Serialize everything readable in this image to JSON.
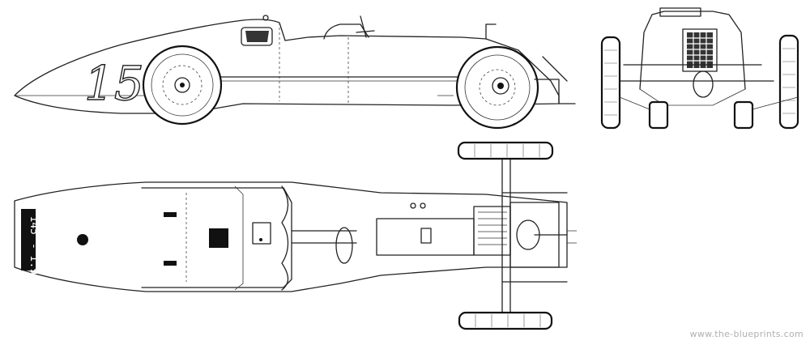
{
  "drawing": {
    "race_number": "15",
    "plate_left": "145",
    "plate_right": "- I.9",
    "watermark": "www.the-blueprints.com"
  }
}
